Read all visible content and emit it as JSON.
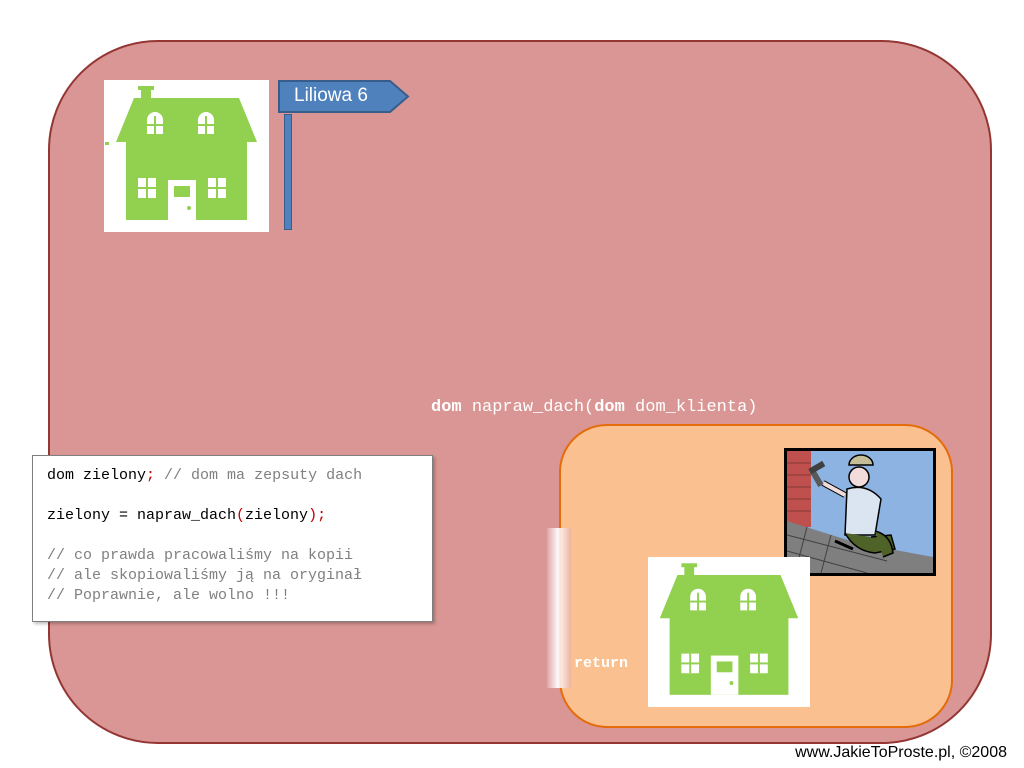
{
  "colors": {
    "main_panel": "#d99694",
    "function_box": "#fac090",
    "house_green": "#92d050",
    "sign_blue": "#4f81bd"
  },
  "sign": {
    "label": "Liliowa 6"
  },
  "signature": {
    "return_type": "dom",
    "function_name": "napraw_dach(",
    "param_type": "dom",
    "param_name": "dom_klienta)"
  },
  "return_label": "return",
  "code": {
    "line1": {
      "decl": "dom zielony",
      "sep": ";",
      "comment": " // dom ma zepsuty dach"
    },
    "line2": {
      "lhs": "zielony = napraw_dach",
      "open": "(",
      "arg": "zielony",
      "close": ");"
    },
    "comments": [
      "// co prawda pracowaliśmy na kopii",
      "// ale skopiowaliśmy ją na oryginał",
      "// Poprawnie, ale wolno !!!"
    ]
  },
  "icons": {
    "house": "house-icon",
    "worker": "roofer-worker-icon",
    "sign": "street-sign-icon"
  },
  "footer": {
    "credit": "www.JakieToProste.pl, ©2008"
  }
}
